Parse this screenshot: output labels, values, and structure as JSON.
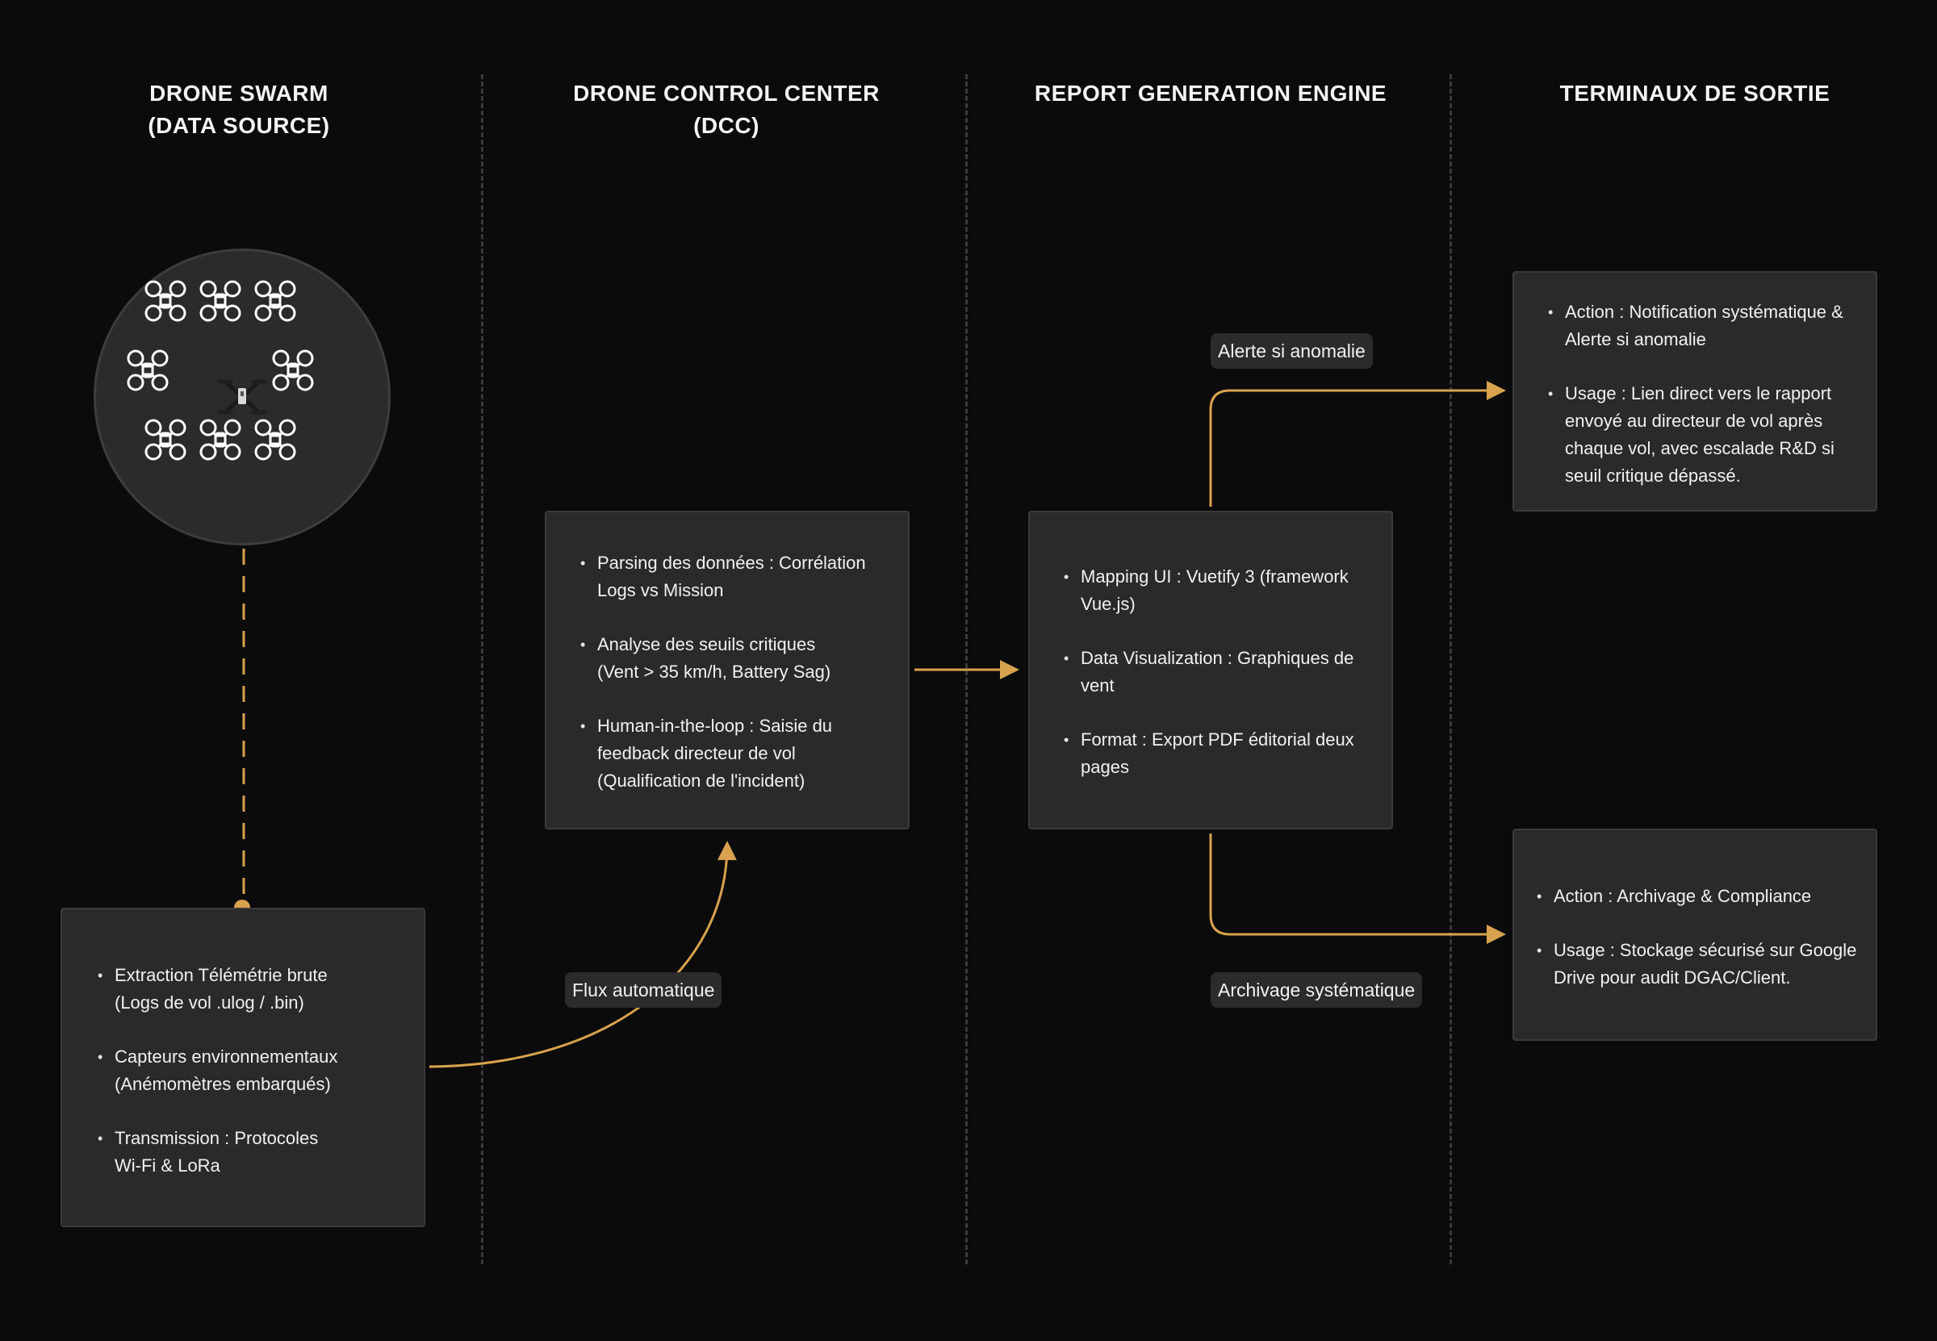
{
  "columns": [
    {
      "title_line1": "DRONE SWARM",
      "title_line2": "(DATA SOURCE)"
    },
    {
      "title_line1": "DRONE CONTROL CENTER",
      "title_line2": "(DCC)"
    },
    {
      "title_line1": "REPORT GENERATION ENGINE",
      "title_line2": ""
    },
    {
      "title_line1": "TERMINAUX DE SORTIE",
      "title_line2": ""
    }
  ],
  "source_card": {
    "items": [
      {
        "line1": "Extraction Télémétrie brute",
        "line2": "(Logs de vol .ulog / .bin)"
      },
      {
        "line1": "Capteurs environnementaux",
        "line2": "(Anémomètres embarqués)"
      },
      {
        "line1": "Transmission : Protocoles",
        "line2": "Wi-Fi & LoRa"
      }
    ]
  },
  "dcc_card": {
    "items": [
      {
        "line1": "Parsing des données : Corrélation",
        "line2": "Logs vs Mission",
        "line3": ""
      },
      {
        "line1": "Analyse des seuils critiques",
        "line2": "(Vent > 35 km/h, Battery Sag)",
        "line3": ""
      },
      {
        "line1": "Human-in-the-loop : Saisie du",
        "line2": "feedback directeur de vol",
        "line3": "(Qualification de l'incident)"
      }
    ]
  },
  "engine_card": {
    "items": [
      {
        "line1": "Mapping UI : Vuetify 3 (framework",
        "line2": "Vue.js)"
      },
      {
        "line1": "Data Visualization : Graphiques de",
        "line2": "vent"
      },
      {
        "line1": "Format : Export PDF éditorial deux",
        "line2": "pages"
      }
    ]
  },
  "output_top_card": {
    "items": [
      {
        "line1": "Action : Notification systématique &",
        "line2": "Alerte si anomalie",
        "line3": "",
        "line4": ""
      },
      {
        "line1": "Usage : Lien direct vers le rapport",
        "line2": "envoyé au directeur de vol après",
        "line3": "chaque vol, avec escalade R&D si",
        "line4": "seuil critique dépassé."
      }
    ]
  },
  "output_bottom_card": {
    "items": [
      {
        "line1": "Action : Archivage & Compliance",
        "line2": ""
      },
      {
        "line1": "Usage : Stockage sécurisé sur Google",
        "line2": "Drive pour audit DGAC/Client."
      }
    ]
  },
  "tags": {
    "flux": "Flux automatique",
    "alerte": "Alerte si anomalie",
    "archivage": "Archivage systématique"
  },
  "colors": {
    "accent": "#d9a24e",
    "background": "#0b0b0b",
    "card": "#2a2a2a",
    "text": "#f2f2f2"
  },
  "icons": {
    "swarm": "drone-icon"
  }
}
